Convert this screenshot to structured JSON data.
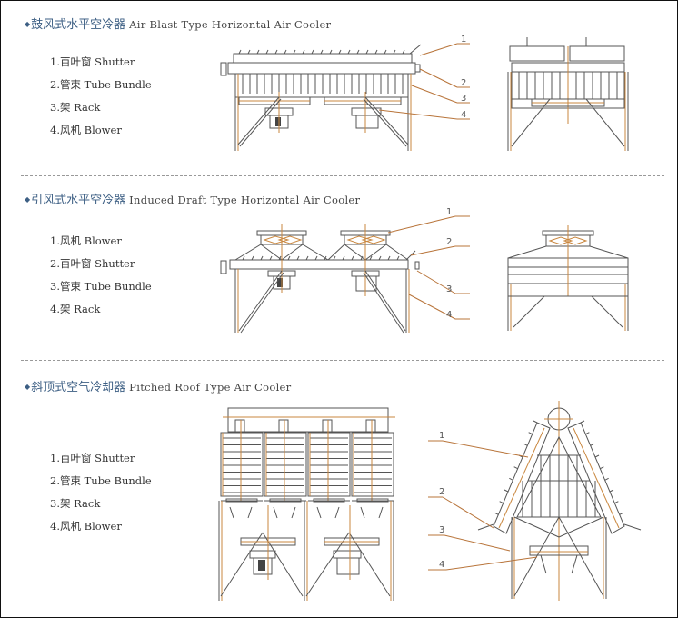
{
  "sections": [
    {
      "title_zh": "鼓风式水平空冷器",
      "title_en": "Air Blast Type Horizontal Air Cooler",
      "legend": [
        "1.百叶窗 Shutter",
        "2.管束 Tube Bundle",
        "3.架 Rack",
        "4.风机 Blower"
      ],
      "callouts": [
        "1",
        "2",
        "3",
        "4"
      ]
    },
    {
      "title_zh": "引风式水平空冷器",
      "title_en": "Induced Draft Type Horizontal Air Cooler",
      "legend": [
        "1.风机 Blower",
        "2.百叶窗 Shutter",
        "3.管束 Tube Bundle",
        "4.架 Rack"
      ],
      "callouts": [
        "1",
        "2",
        "3",
        "4"
      ]
    },
    {
      "title_zh": "斜顶式空气冷却器",
      "title_en": "Pitched Roof Type Air Cooler",
      "legend": [
        "1.百叶窗 Shutter",
        "2.管束 Tube Bundle",
        "3.架 Rack",
        "4.风机 Blower"
      ],
      "callouts": [
        "1",
        "2",
        "3",
        "4"
      ]
    }
  ],
  "colors": {
    "title_zh": "#3d5f84",
    "line": "#555555",
    "accent": "#c9873f"
  }
}
